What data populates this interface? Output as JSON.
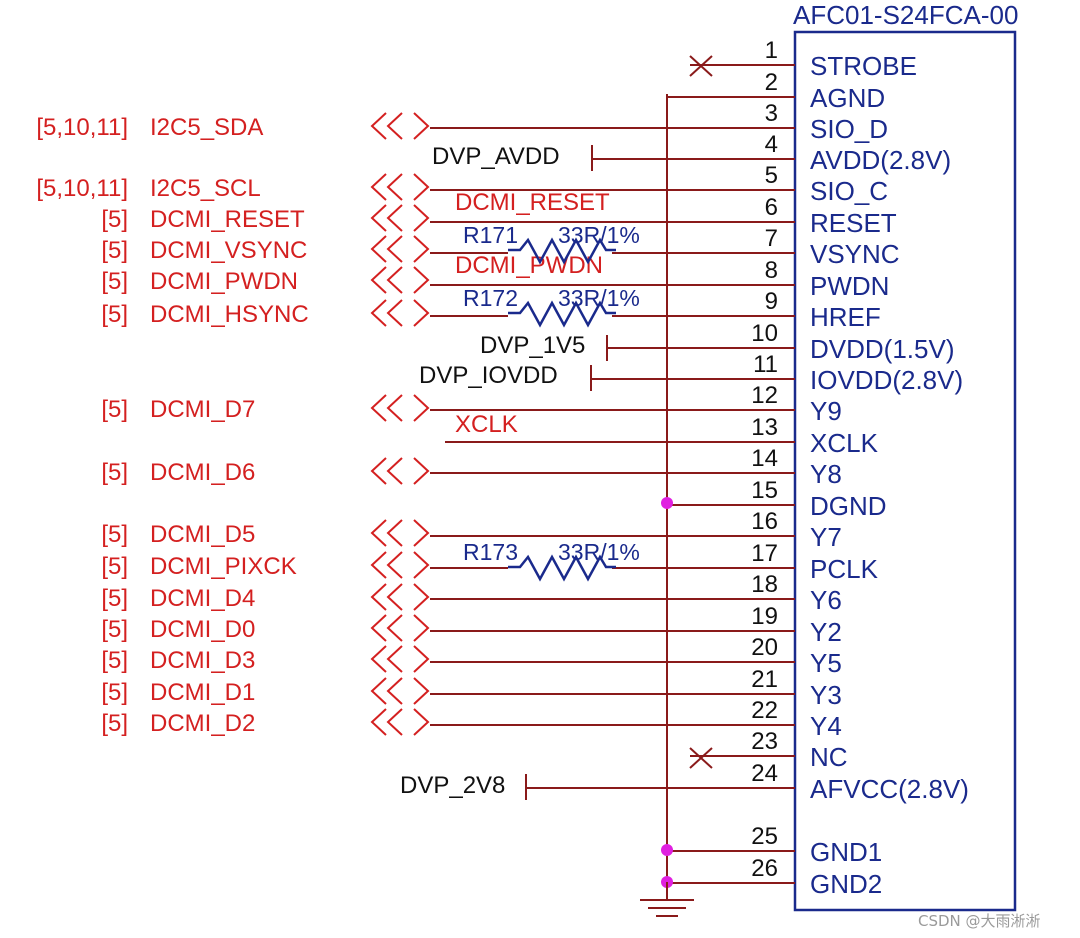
{
  "component": {
    "part_number": "AFC01-S24FCA-00",
    "pins": [
      {
        "num": "1",
        "name": "STROBE"
      },
      {
        "num": "2",
        "name": "AGND"
      },
      {
        "num": "3",
        "name": "SIO_D"
      },
      {
        "num": "4",
        "name": "AVDD(2.8V)"
      },
      {
        "num": "5",
        "name": "SIO_C"
      },
      {
        "num": "6",
        "name": "RESET"
      },
      {
        "num": "7",
        "name": "VSYNC"
      },
      {
        "num": "8",
        "name": "PWDN"
      },
      {
        "num": "9",
        "name": "HREF"
      },
      {
        "num": "10",
        "name": "DVDD(1.5V)"
      },
      {
        "num": "11",
        "name": "IOVDD(2.8V)"
      },
      {
        "num": "12",
        "name": "Y9"
      },
      {
        "num": "13",
        "name": "XCLK"
      },
      {
        "num": "14",
        "name": "Y8"
      },
      {
        "num": "15",
        "name": "DGND"
      },
      {
        "num": "16",
        "name": "Y7"
      },
      {
        "num": "17",
        "name": "PCLK"
      },
      {
        "num": "18",
        "name": "Y6"
      },
      {
        "num": "19",
        "name": "Y2"
      },
      {
        "num": "20",
        "name": "Y5"
      },
      {
        "num": "21",
        "name": "Y3"
      },
      {
        "num": "22",
        "name": "Y4"
      },
      {
        "num": "23",
        "name": "NC"
      },
      {
        "num": "24",
        "name": "AFVCC(2.8V)"
      },
      {
        "num": "25",
        "name": "GND1"
      },
      {
        "num": "26",
        "name": "GND2"
      }
    ]
  },
  "nets": [
    {
      "ref": "[5,10,11]",
      "name": "I2C5_SDA"
    },
    {
      "ref": "[5,10,11]",
      "name": "I2C5_SCL"
    },
    {
      "ref": "[5]",
      "name": "DCMI_RESET"
    },
    {
      "ref": "[5]",
      "name": "DCMI_VSYNC"
    },
    {
      "ref": "[5]",
      "name": "DCMI_PWDN"
    },
    {
      "ref": "[5]",
      "name": "DCMI_HSYNC"
    },
    {
      "ref": "[5]",
      "name": "DCMI_D7"
    },
    {
      "ref": "[5]",
      "name": "DCMI_D6"
    },
    {
      "ref": "[5]",
      "name": "DCMI_D5"
    },
    {
      "ref": "[5]",
      "name": "DCMI_PIXCK"
    },
    {
      "ref": "[5]",
      "name": "DCMI_D4"
    },
    {
      "ref": "[5]",
      "name": "DCMI_D0"
    },
    {
      "ref": "[5]",
      "name": "DCMI_D3"
    },
    {
      "ref": "[5]",
      "name": "DCMI_D1"
    },
    {
      "ref": "[5]",
      "name": "DCMI_D2"
    }
  ],
  "wire_labels": {
    "reset": "DCMI_RESET",
    "pwdn": "DCMI_PWDN",
    "xclk": "XCLK"
  },
  "resistors": [
    {
      "ref": "R171",
      "value": "33R/1%"
    },
    {
      "ref": "R172",
      "value": "33R/1%"
    },
    {
      "ref": "R173",
      "value": "33R/1%"
    }
  ],
  "power": {
    "avdd": "DVP_AVDD",
    "dvdd": "DVP_1V5",
    "iovdd": "DVP_IOVDD",
    "afvcc": "DVP_2V8"
  },
  "watermark": "CSDN @大雨淅淅",
  "colors": {
    "component": "#1a2a8c",
    "net_labels": "#d42020",
    "wires": "#8a1a1a",
    "junctions": "#e020e0"
  }
}
